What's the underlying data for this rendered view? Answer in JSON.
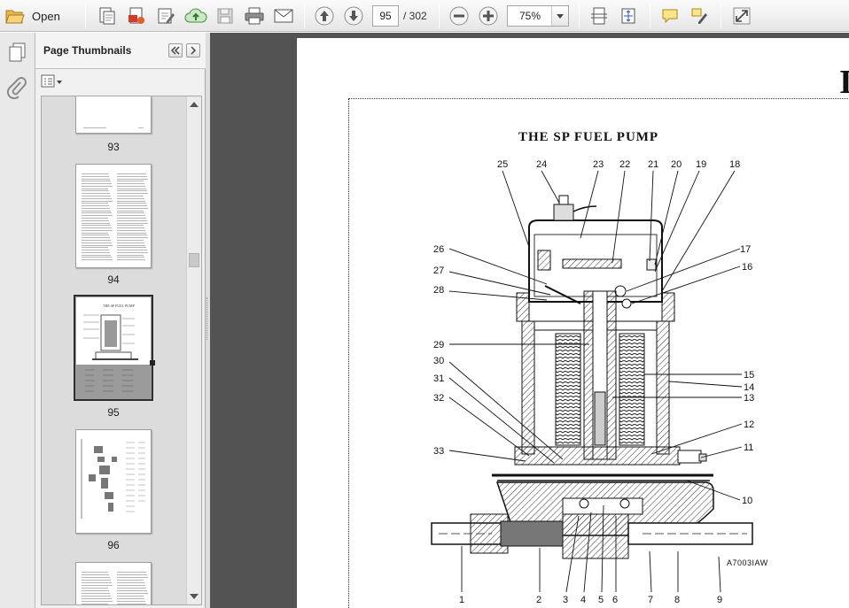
{
  "toolbar": {
    "open_label": "Open",
    "current_page": "95",
    "page_total": "/ 302",
    "zoom_value": "75%"
  },
  "panel": {
    "title": "Page Thumbnails",
    "thumbnails": [
      {
        "label": "93"
      },
      {
        "label": "94"
      },
      {
        "label": "95"
      },
      {
        "label": "96"
      }
    ]
  },
  "document": {
    "header_letter": "I",
    "figure_title": "THE  SP  FUEL  PUMP",
    "figure_ref": "A7003IAW",
    "callouts_top": [
      "25",
      "24",
      "23",
      "22",
      "21",
      "20",
      "19",
      "18"
    ],
    "callouts_left": [
      "26",
      "27",
      "28",
      "29",
      "30",
      "31",
      "32",
      "33"
    ],
    "callouts_right": [
      "17",
      "16",
      "15",
      "14",
      "13",
      "12",
      "11",
      "10"
    ],
    "callouts_bottom": [
      "1",
      "2",
      "3",
      "4",
      "5",
      "6",
      "7",
      "8",
      "9"
    ]
  }
}
